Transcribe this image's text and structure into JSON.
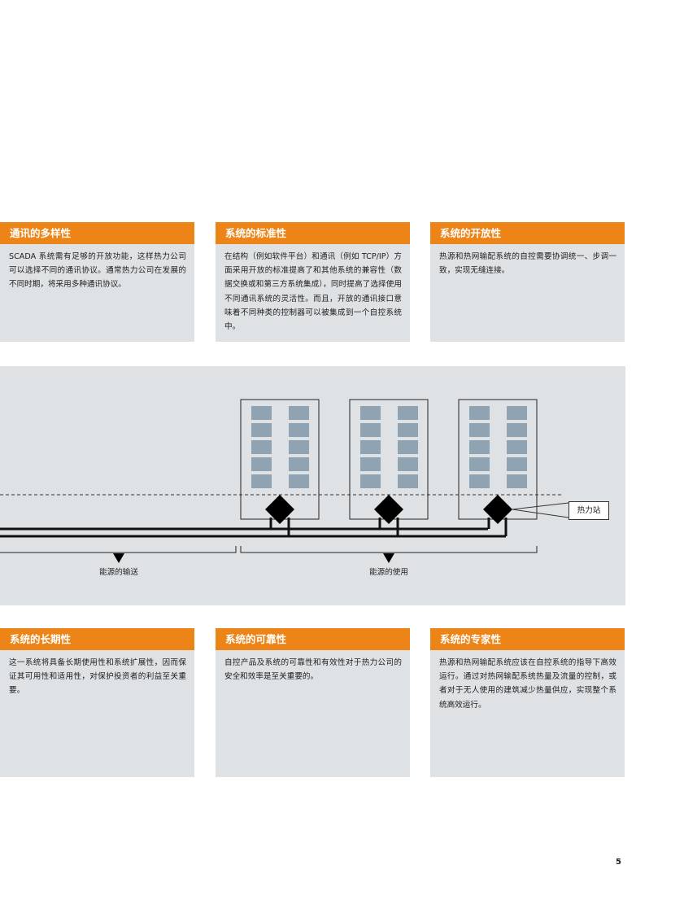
{
  "cards_top": [
    {
      "title": "通讯的多样性",
      "body": "SCADA 系统需有足够的开放功能，这样热力公司可以选择不同的通讯协议。通常热力公司在发展的不同时期，将采用多种通讯协议。"
    },
    {
      "title": "系统的标准性",
      "body": "在结构（例如软件平台）和通讯（例如 TCP/IP）方面采用开放的标准提高了和其他系统的兼容性（数据交换或和第三方系统集成），同时提高了选择使用不同通讯系统的灵活性。而且，开放的通讯接口意味着不同种类的控制器可以被集成到一个自控系统中。"
    },
    {
      "title": "系统的开放性",
      "body": "热源和热网输配系统的自控需要协调统一、步调一致，实现无缝连接。"
    }
  ],
  "diagram": {
    "callout_label": "热力站",
    "label_transmission": "能源的输送",
    "label_usage": "能源的使用",
    "colors": {
      "band": "#dfe2e5",
      "window": "#8fa3b3",
      "line": "#111111"
    }
  },
  "cards_bottom": [
    {
      "title": "系统的长期性",
      "body": "这一系统将具备长期使用性和系统扩展性，因而保证其可用性和适用性，对保护投资者的利益至关重要。"
    },
    {
      "title": "系统的可靠性",
      "body": "自控产品及系统的可靠性和有效性对于热力公司的安全和效率是至关重要的。"
    },
    {
      "title": "系统的专家性",
      "body": "热源和热网输配系统应该在自控系统的指导下高效运行。通过对热网输配系统热量及流量的控制，或者对于无人使用的建筑减少热量供应，实现整个系统高效运行。"
    }
  ],
  "page_number": "5",
  "accent_color": "#ec8418"
}
